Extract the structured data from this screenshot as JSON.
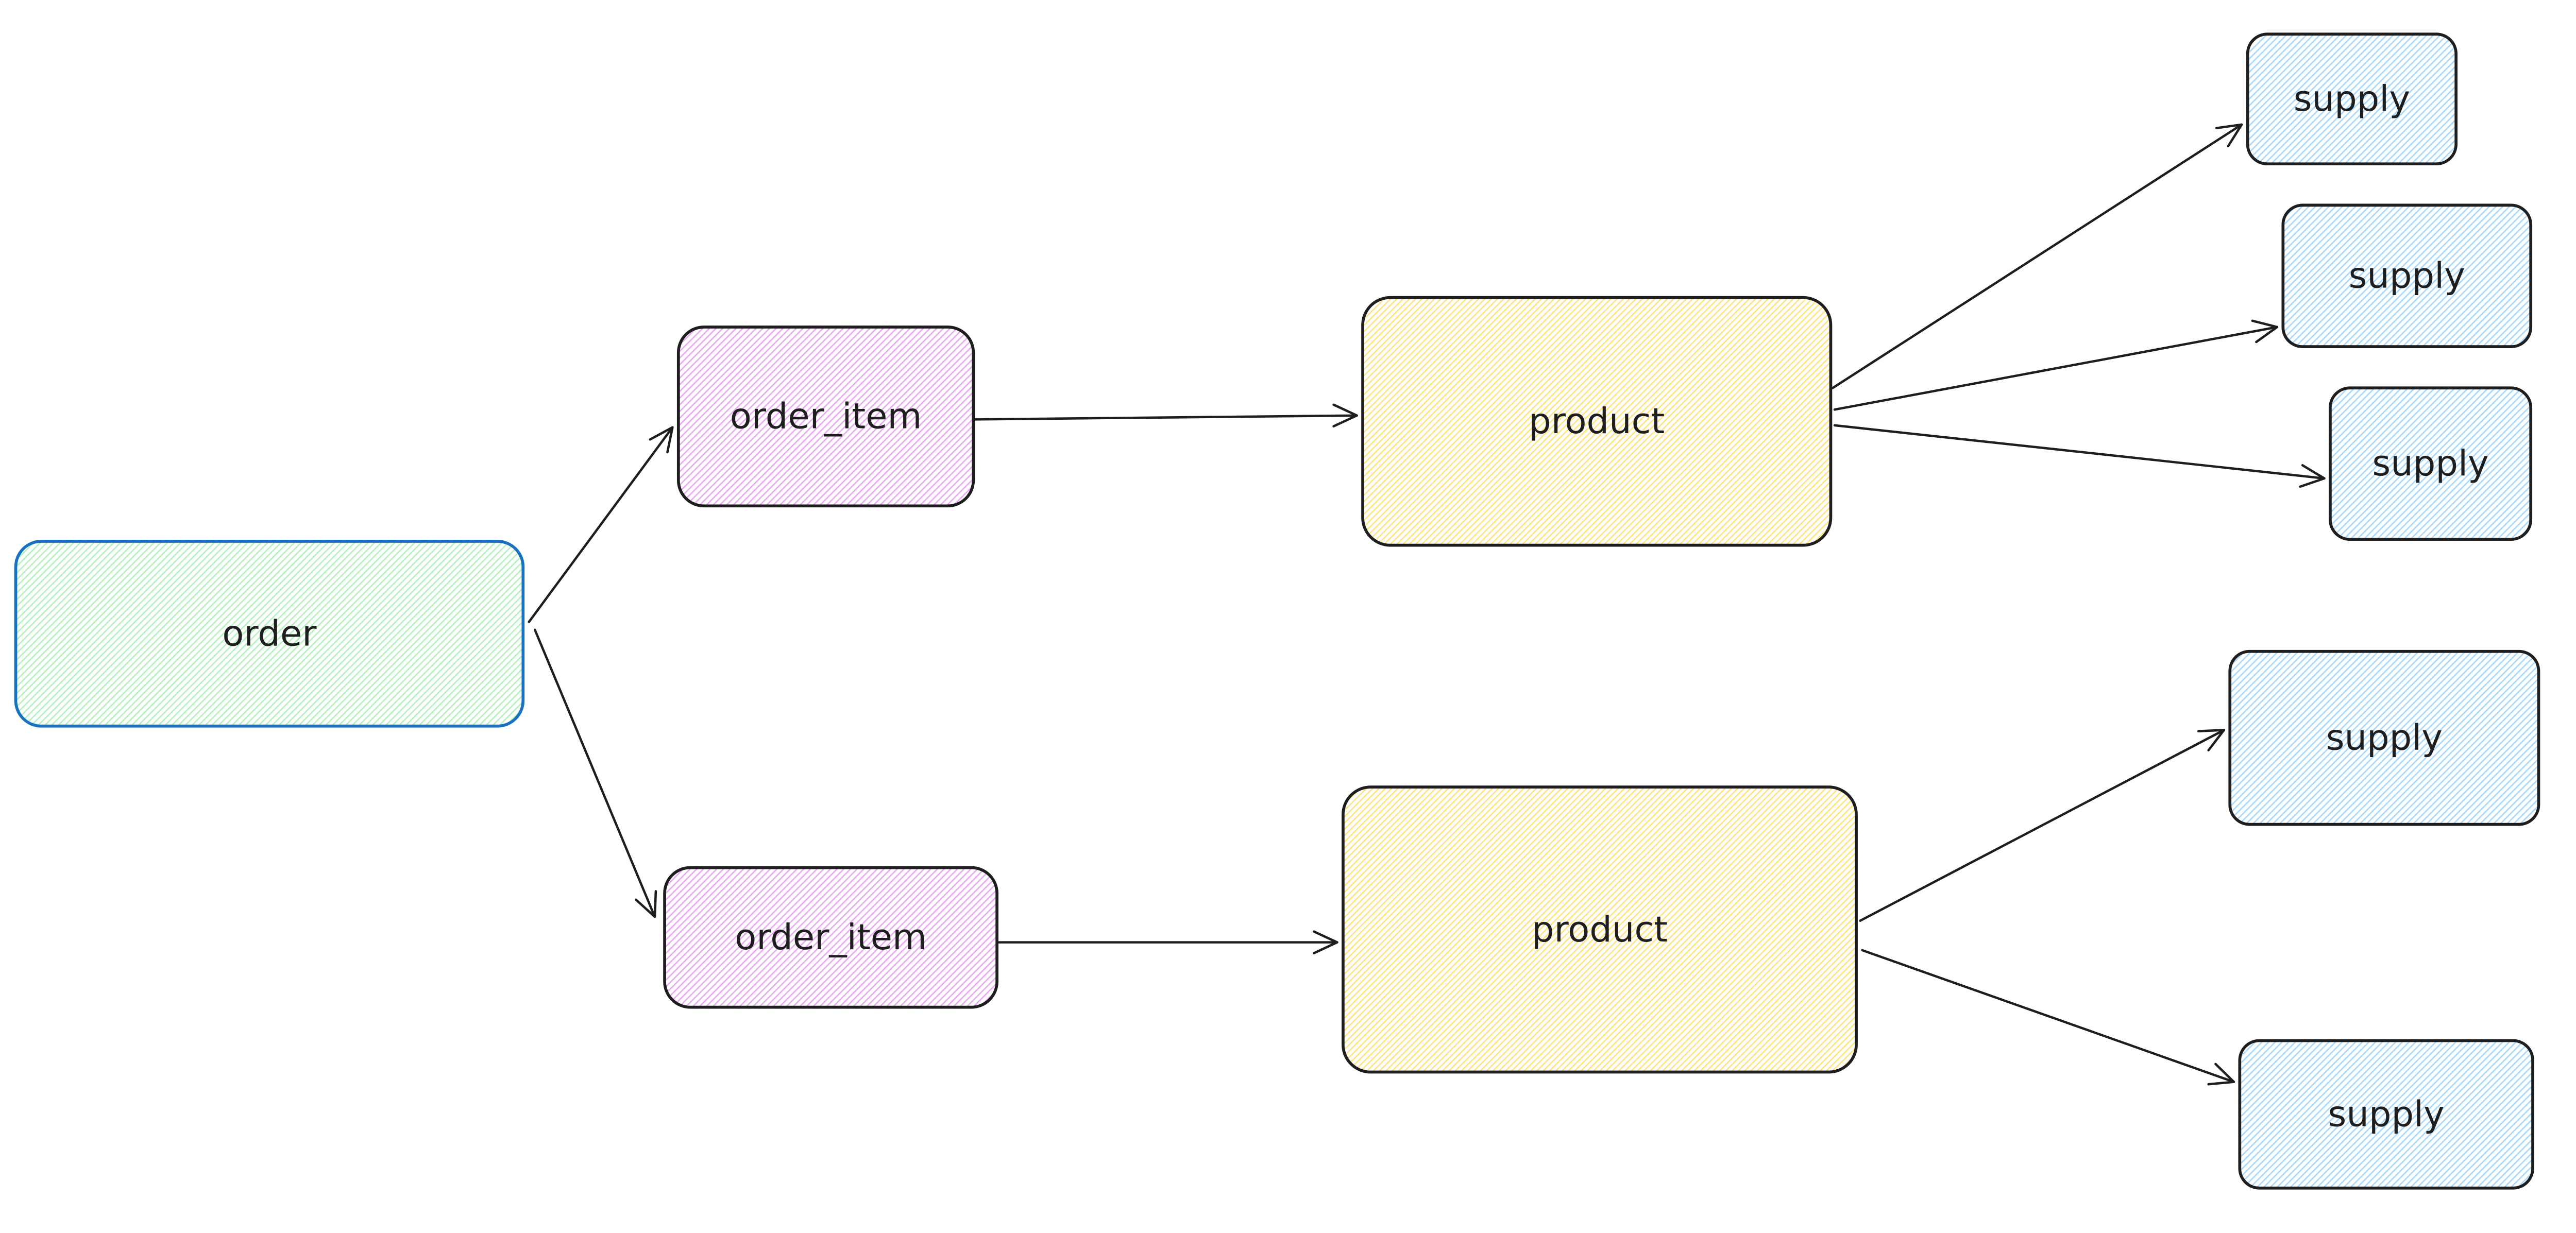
{
  "diagram": {
    "background": "#ffffff",
    "colors": {
      "order_stroke": "#1971c2",
      "node_stroke": "#1e1e1e",
      "arrow": "#1e1e1e",
      "text": "#1e1e1e",
      "order_fill": "#b2f2bb",
      "order_item_fill": "#eba7f5",
      "product_fill": "#ffe380",
      "supply_fill": "#a5d8ff"
    },
    "nodes": [
      {
        "id": "order",
        "label": "order"
      },
      {
        "id": "order_item_1",
        "label": "order_item"
      },
      {
        "id": "order_item_2",
        "label": "order_item"
      },
      {
        "id": "product_1",
        "label": "product"
      },
      {
        "id": "product_2",
        "label": "product"
      },
      {
        "id": "supply_1",
        "label": "supply"
      },
      {
        "id": "supply_2",
        "label": "supply"
      },
      {
        "id": "supply_3",
        "label": "supply"
      },
      {
        "id": "supply_4",
        "label": "supply"
      },
      {
        "id": "supply_5",
        "label": "supply"
      }
    ],
    "edges": [
      {
        "from": "order",
        "to": "order_item_1"
      },
      {
        "from": "order",
        "to": "order_item_2"
      },
      {
        "from": "order_item_1",
        "to": "product_1"
      },
      {
        "from": "order_item_2",
        "to": "product_2"
      },
      {
        "from": "product_1",
        "to": "supply_1"
      },
      {
        "from": "product_1",
        "to": "supply_2"
      },
      {
        "from": "product_1",
        "to": "supply_3"
      },
      {
        "from": "product_2",
        "to": "supply_4"
      },
      {
        "from": "product_2",
        "to": "supply_5"
      }
    ]
  }
}
